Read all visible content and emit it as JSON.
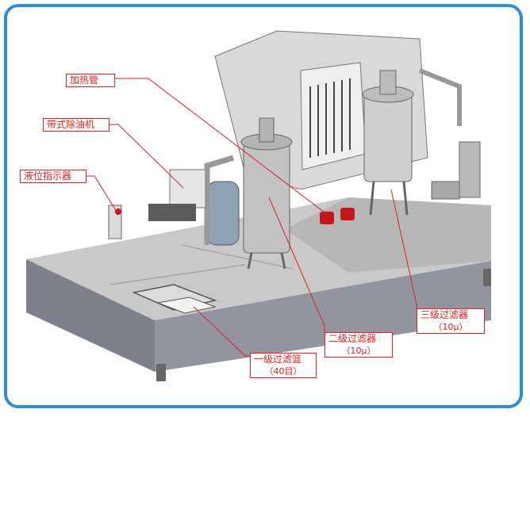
{
  "callouts": {
    "heating_tube": "加热管",
    "belt_skimmer": "带式除油机",
    "level_indicator": "液位指示器",
    "stage3": {
      "title": "三级过滤器",
      "spec": "（10μ）"
    },
    "stage2": {
      "title": "二级过滤器",
      "spec": "（10μ）"
    },
    "stage1": {
      "title": "一级过滤篮",
      "spec": "（40目）"
    }
  },
  "colors": {
    "frame": "#2a8fd8",
    "callout": "#e02020",
    "body": "#8a8e99",
    "top": "#c8c8c8"
  }
}
